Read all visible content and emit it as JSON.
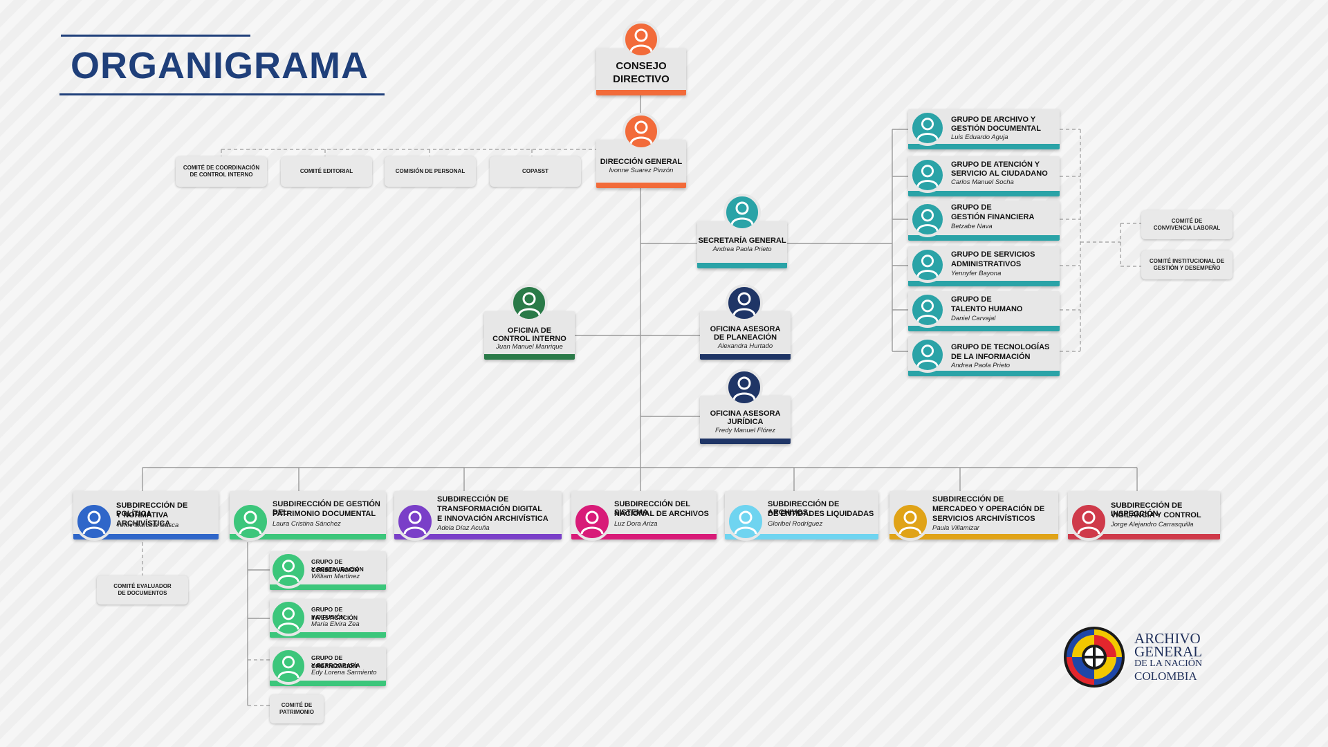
{
  "title": "ORGANIGRAMA",
  "colors": {
    "orange": "#f26b3a",
    "teal": "#2aa3a7",
    "green": "#2a7a48",
    "navy": "#1f3566",
    "blue": "#2f66c9",
    "light_green": "#3cc67b",
    "purple": "#7a3fc8",
    "magenta": "#d81b78",
    "sky": "#6fd4f0",
    "gold": "#e0a317",
    "red": "#cf3a4a",
    "title": "#1f3f7a"
  },
  "consejo": {
    "label_1": "CONSEJO",
    "label_2": "DIRECTIVO"
  },
  "direccion": {
    "label": "DIRECCIÓN GENERAL",
    "name": "Ivonne Suarez Pinzón"
  },
  "comites_top": [
    {
      "label_1": "COMITÉ DE COORDINACIÓN",
      "label_2": "DE CONTROL INTERNO"
    },
    {
      "label_1": "COMITÉ EDITORIAL",
      "label_2": ""
    },
    {
      "label_1": "COMISIÓN DE PERSONAL",
      "label_2": ""
    },
    {
      "label_1": "COPASST",
      "label_2": ""
    }
  ],
  "secretaria": {
    "label": "SECRETARÍA GENERAL",
    "name": "Andrea Paola Prieto"
  },
  "control_interno": {
    "label_1": "OFICINA DE",
    "label_2": "CONTROL INTERNO",
    "name": "Juan Manuel Manrique"
  },
  "planeacion": {
    "label_1": "OFICINA ASESORA",
    "label_2": "DE PLANEACIÓN",
    "name": "Alexandra Hurtado"
  },
  "juridica": {
    "label_1": "OFICINA ASESORA",
    "label_2": "JURÍDICA",
    "name": "Fredy Manuel Flórez"
  },
  "grupos_secretaria": [
    {
      "label_1": "GRUPO DE ARCHIVO Y",
      "label_2": "GESTIÓN DOCUMENTAL",
      "name": "Luis Eduardo Aguja"
    },
    {
      "label_1": "GRUPO DE ATENCIÓN Y",
      "label_2": "SERVICIO AL CIUDADANO",
      "name": "Carlos Manuel Socha"
    },
    {
      "label_1": "GRUPO DE",
      "label_2": "GESTIÓN FINANCIERA",
      "name": "Betzabe Nava"
    },
    {
      "label_1": "GRUPO DE SERVICIOS",
      "label_2": "ADMINISTRATIVOS",
      "name": "Yennyfer Bayona"
    },
    {
      "label_1": "GRUPO DE",
      "label_2": "TALENTO HUMANO",
      "name": "Daniel Carvajal"
    },
    {
      "label_1": "GRUPO DE TECNOLOGÍAS",
      "label_2": "DE LA INFORMACIÓN",
      "name": "Andrea Paola Prieto"
    }
  ],
  "comites_right": [
    {
      "label_1": "COMITÉ DE",
      "label_2": "CONVIVENCIA LABORAL"
    },
    {
      "label_1": "COMITÉ INSTITUCIONAL DE",
      "label_2": "GESTIÓN Y DESEMPEÑO"
    }
  ],
  "subdirecciones": [
    {
      "lines": [
        "SUBDIRECCIÓN DE POLÍTICA",
        "Y NORMATIVA ARCHIVÍSTICA"
      ],
      "name": "Yenni Marcela Gasca"
    },
    {
      "lines": [
        "SUBDIRECCIÓN DE GESTIÓN DEL",
        "PATRIMONIO DOCUMENTAL"
      ],
      "name": "Laura Cristina Sánchez"
    },
    {
      "lines": [
        "SUBDIRECCIÓN DE",
        "TRANSFORMACIÓN DIGITAL",
        "E INNOVACIÓN ARCHIVÍSTICA"
      ],
      "name": "Adela Díaz Acuña"
    },
    {
      "lines": [
        "SUBDIRECCIÓN DEL SISTEMA",
        "NACIONAL DE ARCHIVOS"
      ],
      "name": "Luz Dora Ariza"
    },
    {
      "lines": [
        "SUBDIRECCIÓN DE ARCHIVOS",
        "DE ENTIDADES LIQUIDADAS"
      ],
      "name": "Gloribel Rodríguez"
    },
    {
      "lines": [
        "SUBDIRECCIÓN DE",
        "MERCADEO Y OPERACIÓN DE",
        "SERVICIOS ARCHIVÍSTICOS"
      ],
      "name": "Paula Villamizar"
    },
    {
      "lines": [
        "SUBDIRECCIÓN DE INSPECCIÓN,",
        "VIGILANCIA Y CONTROL"
      ],
      "name": "Jorge Alejandro Carrasquilla"
    }
  ],
  "comite_evaluador": {
    "label_1": "COMITÉ EVALUADOR",
    "label_2": "DE DOCUMENTOS"
  },
  "grupos_patrimonio": [
    {
      "label_1": "GRUPO DE CONSERVACIÓN",
      "label_2": "Y RESTAURACIÓN",
      "name": "William Martínez"
    },
    {
      "label_1": "GRUPO DE INVESTIGACIÓN",
      "label_2": "Y DIFUSIÓN",
      "name": "María Elvira Zea"
    },
    {
      "label_1": "GRUPO DE ORGANIZACIÓN",
      "label_2": "Y REPROGRAFÍA",
      "name": "Edy Lorena Sarmiento"
    }
  ],
  "comite_patrimonio": {
    "label_1": "COMITÉ DE",
    "label_2": "PATRIMONIO"
  },
  "logo": {
    "line_1": "ARCHIVO",
    "line_2": "GENERAL",
    "line_3": "DE LA NACIÓN",
    "line_4": "COLOMBIA"
  }
}
